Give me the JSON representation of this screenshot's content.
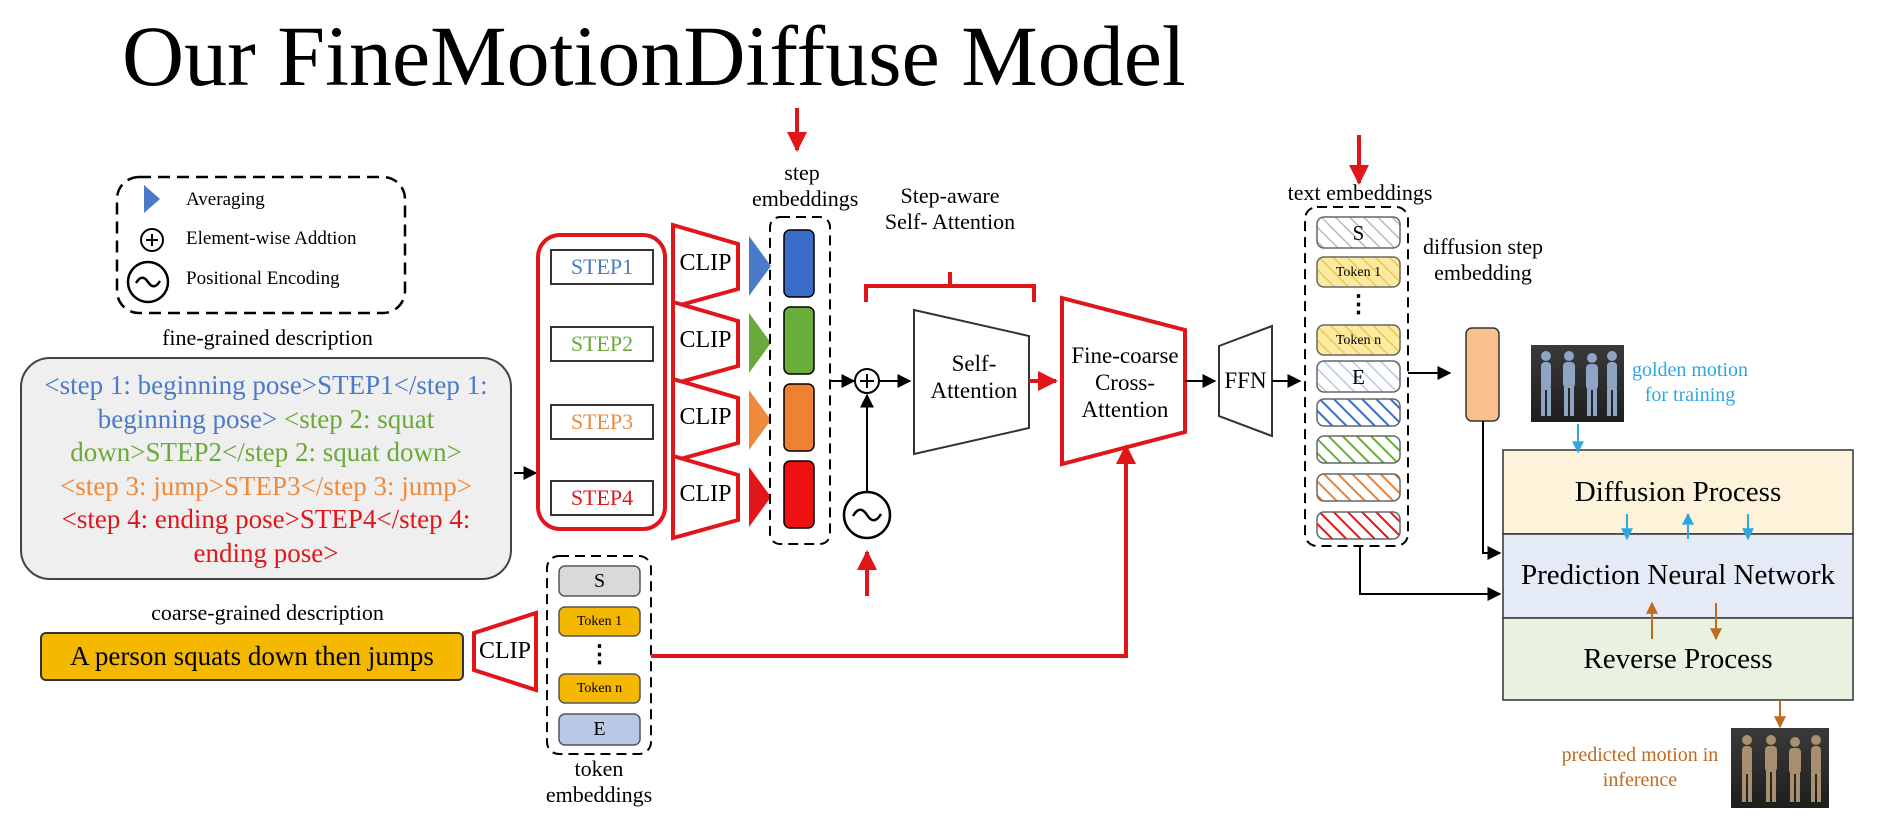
{
  "title": "Our FineMotionDiffuse Model",
  "legend": {
    "averaging": "Averaging",
    "addition": "Element-wise Addtion",
    "positional": "Positional Encoding"
  },
  "fine_grained": {
    "heading": "fine-grained description",
    "lines": [
      {
        "text": "<step 1: beginning pose>STEP1</step 1:",
        "color": "#4a7bc8"
      },
      {
        "text": "beginning pose> ",
        "color": "#4a7bc8",
        "cont": "<step 2: squat",
        "cont_color": "#6aaa3a"
      },
      {
        "text": "down>STEP2</step 2: squat down>",
        "color": "#6aaa3a"
      },
      {
        "text": "<step 3: jump>STEP3</step 3: jump>",
        "color": "#ee8a3c"
      },
      {
        "text": "<step 4: ending pose>STEP4</step 4:",
        "color": "#e0161b"
      },
      {
        "text": "ending pose>",
        "color": "#e0161b"
      }
    ]
  },
  "coarse_grained": {
    "heading": "coarse-grained description",
    "text": "A person squats down then jumps",
    "clip": "CLIP"
  },
  "steps": [
    {
      "label": "STEP1",
      "color": "#4a7bc8",
      "embed_color": "#3a6cc8"
    },
    {
      "label": "STEP2",
      "color": "#6aaa3a",
      "embed_color": "#6aae3a"
    },
    {
      "label": "STEP3",
      "color": "#ee8a3c",
      "embed_color": "#ee8232"
    },
    {
      "label": "STEP4",
      "color": "#e0161b",
      "embed_color": "#ee1111"
    }
  ],
  "clip_label": "CLIP",
  "step_embeddings_label": "step embeddings",
  "step_aware_label": "Step-aware Self- Attention",
  "self_attention_label": "Self- Attention",
  "cross_attention_label": "Fine-coarse Cross- Attention",
  "ffn_label": "FFN",
  "text_embeddings": {
    "heading": "text embeddings",
    "tokens": [
      "S",
      "Token 1",
      "⋮",
      "Token n",
      "E"
    ]
  },
  "token_embeddings": {
    "heading": "token embeddings",
    "tokens": [
      "S",
      "Token 1",
      "⋮",
      "Token n",
      "E"
    ]
  },
  "diffusion_step_label": "diffusion step embedding",
  "golden_motion_label": "golden motion for training",
  "predicted_motion_label": "predicted motion in inference",
  "processes": {
    "diffusion": "Diffusion Process",
    "prediction": "Prediction Neural Network",
    "reverse": "Reverse Process"
  },
  "colors": {
    "red": "#e0161b",
    "blue": "#4a7bc8",
    "green": "#6aaa3a",
    "orange": "#ee8a3c",
    "gold": "#f5b800",
    "light_blue_text": "#2fa8e0",
    "brown_text": "#c06a20"
  }
}
